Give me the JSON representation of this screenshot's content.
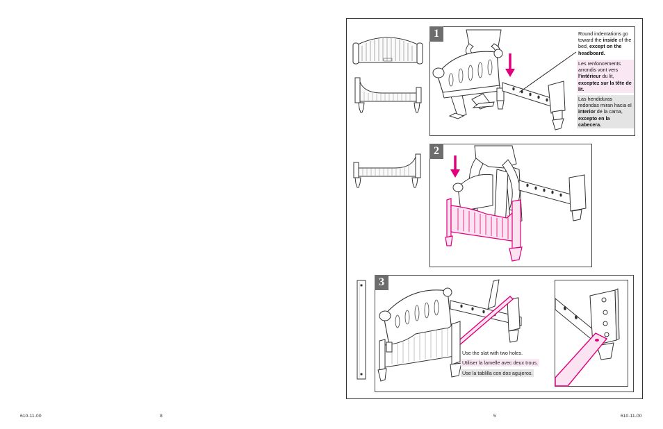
{
  "step1": {
    "number": "1",
    "note_en": {
      "pre": "Round indentations go toward the ",
      "b1": "inside",
      "mid": " of the bed, ",
      "b2": "except on the headboard."
    },
    "note_fr": {
      "pre": "Les renfoncements arrondis vont vers ",
      "b1": "l'intérieur",
      "mid": " du lit, ",
      "b2": "exceptez sur la tête de lit."
    },
    "note_es": {
      "pre": "Las hendiduras redondas miran hacia el ",
      "b1": "interior",
      "mid": " de la cama, ",
      "b2": "excepto en la cabecera."
    }
  },
  "step2": {
    "number": "2"
  },
  "step3": {
    "number": "3",
    "note_en": "Use the slat with two holes.",
    "note_fr": "Utiliser la lamelle avec deux trous.",
    "note_es": "Use la tablilla con dos agujeros."
  },
  "footer": {
    "left_code": "610-11-00",
    "left_page": "8",
    "right_page": "5",
    "right_code": "610-11-00"
  },
  "colors": {
    "accent": "#e0007a",
    "badge": "#6d6d6d",
    "fr_bg": "#f9e8f4",
    "es_bg": "#e4e4e4"
  }
}
